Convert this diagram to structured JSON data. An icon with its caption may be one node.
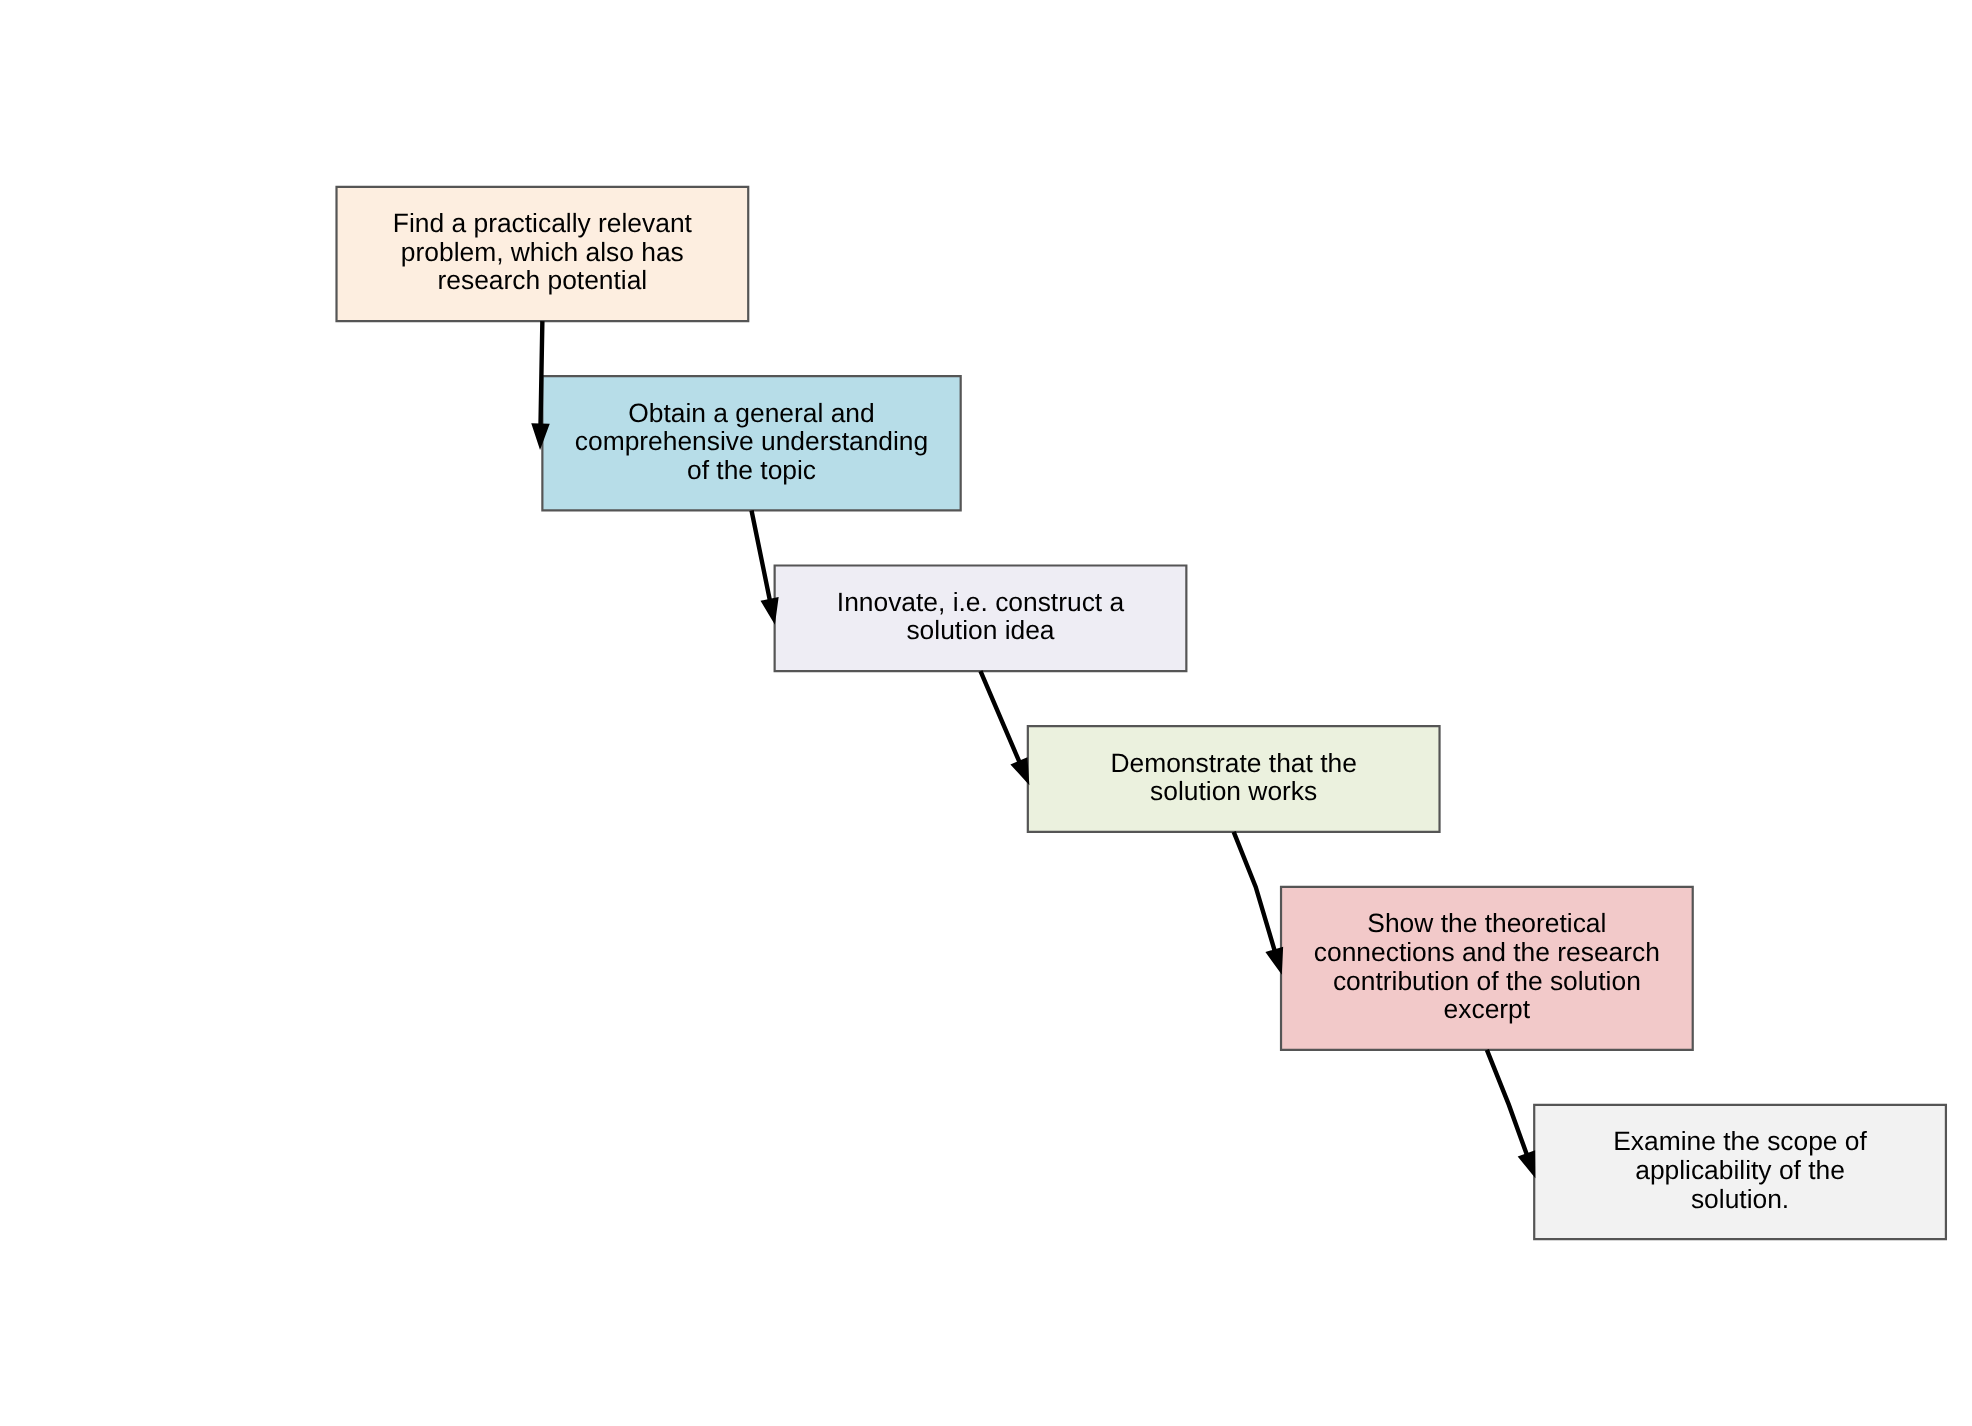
{
  "diagram": {
    "nodes": [
      {
        "text": [
          "Find a practically relevant problem, which also has research potential"
        ]
      },
      {
        "text": [
          "Obtain a general and comprehensive understanding of the topic"
        ]
      },
      {
        "text": [
          "Innovate, i.e. construct a solution idea"
        ]
      },
      {
        "text": [
          "Demonstrate that the solution works"
        ]
      },
      {
        "text": [
          "Show the theoretical connections and the research contribution of the solution excerpt"
        ]
      },
      {
        "text": [
          "Examine the scope of applicability of the solution."
        ]
      }
    ],
    "edges": [
      {
        "from": 0,
        "to": 1,
        "arrow": "to"
      },
      {
        "from": 1,
        "to": 2,
        "arrow": "to"
      },
      {
        "from": 2,
        "to": 3,
        "arrow": "to"
      },
      {
        "from": 3,
        "to": 4,
        "arrow": "to"
      },
      {
        "from": 4,
        "to": 5,
        "arrow": "to"
      }
    ]
  }
}
